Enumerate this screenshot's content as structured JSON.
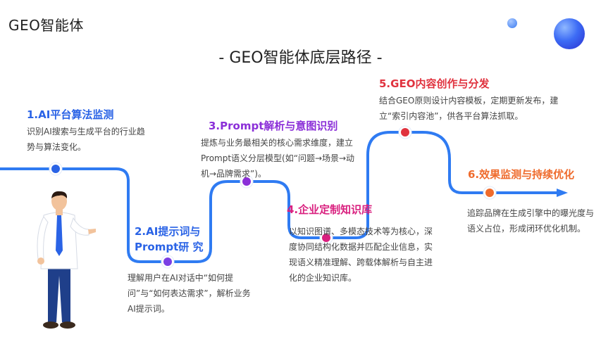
{
  "header": {
    "brand": "GEO智能体",
    "title": "- GEO智能体底层路径 -"
  },
  "colors": {
    "path_blue": "#2f7bf2",
    "step1": "#2a63e6",
    "step2": "#2a63e6",
    "step3": "#8b2fd8",
    "step4": "#d9207f",
    "step5": "#e0323e",
    "step6": "#ef6b2d"
  },
  "steps": [
    {
      "title": "1.AI平台算法监测",
      "desc": "识别AI搜索与生成平台的行业趋势与算法变化。"
    },
    {
      "title": "2.AI提示词与Prompt研 究",
      "desc": "理解用户在AI对话中“如何提问”与“如何表达需求”，解析业务AI提示词。"
    },
    {
      "title": "3.Prompt解析与意图识别",
      "desc": "提炼与业务最相关的核心需求维度，建立Prompt语义分层模型(如“问题→场景→动机→品牌需求”)。"
    },
    {
      "title": "4.企业定制知识库",
      "desc": "以知识图谱、多模态技术等为核心，深度协同结构化数据并匹配企业信息，实现语义精准理解、跨载体解析与自主进化的企业知识库。"
    },
    {
      "title": "5.GEO内容创作与分发",
      "desc": "结合GEO原则设计内容模板，定期更新发布，建立“索引内容池”，供各平台算法抓取。"
    },
    {
      "title": "6.效果监测与持续优化",
      "desc": "追踪品牌在生成引擎中的曝光度与语义占位，形成闭环优化机制。"
    }
  ],
  "icons": {
    "person": "businessman-pointing-icon",
    "path": "timeline-path",
    "arrow": "arrow-right-icon"
  }
}
